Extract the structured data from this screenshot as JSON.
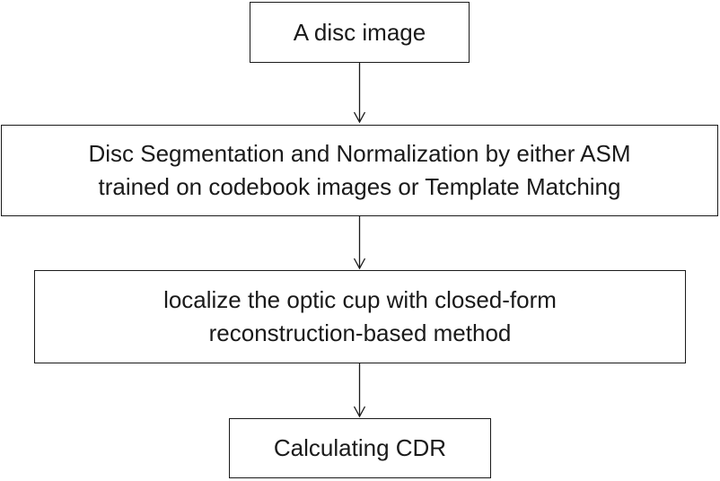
{
  "flowchart": {
    "steps": [
      {
        "lines": [
          "A disc image"
        ]
      },
      {
        "lines": [
          "Disc Segmentation and Normalization by either ASM",
          "trained on codebook images or Template Matching"
        ]
      },
      {
        "lines": [
          "localize the optic cup with closed-form",
          "reconstruction-based method"
        ]
      },
      {
        "lines": [
          "Calculating CDR"
        ]
      }
    ],
    "colors": {
      "stroke": "#1a1a1a",
      "background": "#ffffff"
    }
  }
}
